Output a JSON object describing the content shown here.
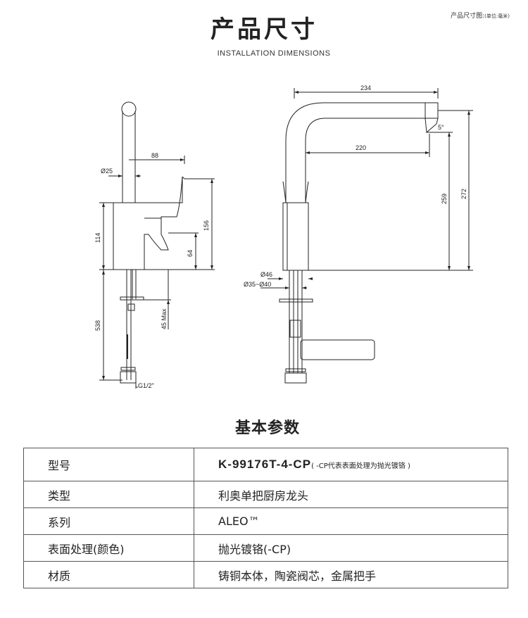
{
  "header": {
    "title": "产品尺寸",
    "subtitle": "INSTALLATION DIMENSIONS",
    "unit_label": "产品尺寸图:",
    "unit_detail": "(单位:毫米)"
  },
  "drawing": {
    "left_view": {
      "dim_88": "88",
      "dia_25": "Ø25",
      "dim_114": "114",
      "dim_156": "156",
      "dim_64": "64",
      "dim_538": "538",
      "dim_45max": "45 Max",
      "thread": "G1/2\""
    },
    "right_view": {
      "dim_234": "234",
      "dim_220": "220",
      "angle": "5°",
      "dim_259": "259",
      "dim_272": "272",
      "dia_46": "Ø46",
      "hole": "Ø35~Ø40"
    }
  },
  "specs": {
    "title": "基本参数",
    "rows": [
      {
        "key": "型号",
        "value": "K-99176T-4-CP",
        "note": "( -CP代表表面处理为抛光镀铬 )"
      },
      {
        "key": "类型",
        "value": "利奥单把厨房龙头"
      },
      {
        "key": "系列",
        "value": "ALEO™"
      },
      {
        "key": "表面处理(颜色)",
        "value": "抛光镀铬(-CP)"
      },
      {
        "key": "材质",
        "value": "铸铜本体，陶瓷阀芯，金属把手"
      }
    ]
  }
}
